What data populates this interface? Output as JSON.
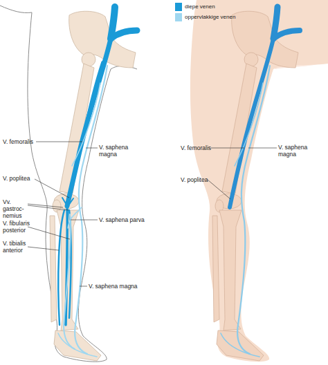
{
  "diagram": {
    "labels": [
      "V. femoralis",
      "V. poplitea",
      "Vv. gastroc- nemius",
      "V. fibularis posterior",
      "V. tibialis anterior",
      "V. saphena magna",
      "V. saphena parva",
      "V. saphena magna",
      "V. femoralis",
      "V. poplitea",
      "V. saphena magna"
    ],
    "legend": [
      {
        "text": "diepe venen",
        "color": "#1a9ad7"
      },
      {
        "text": "oppervlakkige venen",
        "color": "#9fd7f0"
      }
    ]
  }
}
